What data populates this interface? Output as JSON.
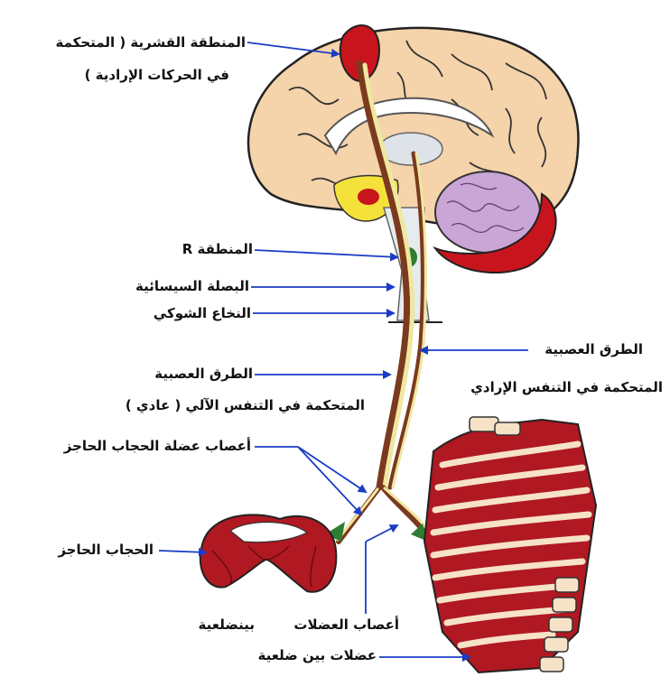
{
  "labels": {
    "cortex_line1": "المنطقة القشرية ( المتحكمة",
    "cortex_line2": "في الحركات الإرادية )",
    "region_r": "المنطقة R",
    "medulla": "البصلة السيسائية",
    "spinal_cord": "النخاع الشوكي",
    "auto_path_line1": "الطرق العصبية",
    "auto_path_line2": "المتحكمة في التنفس الآلي ( عادي )",
    "vol_path_line1": "الطرق العصبية",
    "vol_path_line2": "المتحكمة في التنفس الإرادي",
    "phrenic_nerves": "أعصاب عضلة الحجاب الحاجز",
    "diaphragm": "الحجاب الحاجز",
    "muscle_nerves": "أعصاب العضلات",
    "intercostal_word": "بينضلعية",
    "intercostal_muscles": "عضلات بين ضلعية"
  },
  "colors": {
    "brain_fill": "#f5d3ab",
    "cortex_red": "#c8141c",
    "nerve_yellow": "#f0e7a0",
    "nerve_brown": "#7b3a1e",
    "cerebellum": "#c9a6d6",
    "rib_pale": "#f6e2c6",
    "arrow_blue": "#1a3cc4",
    "green_node": "#2e7d32"
  }
}
